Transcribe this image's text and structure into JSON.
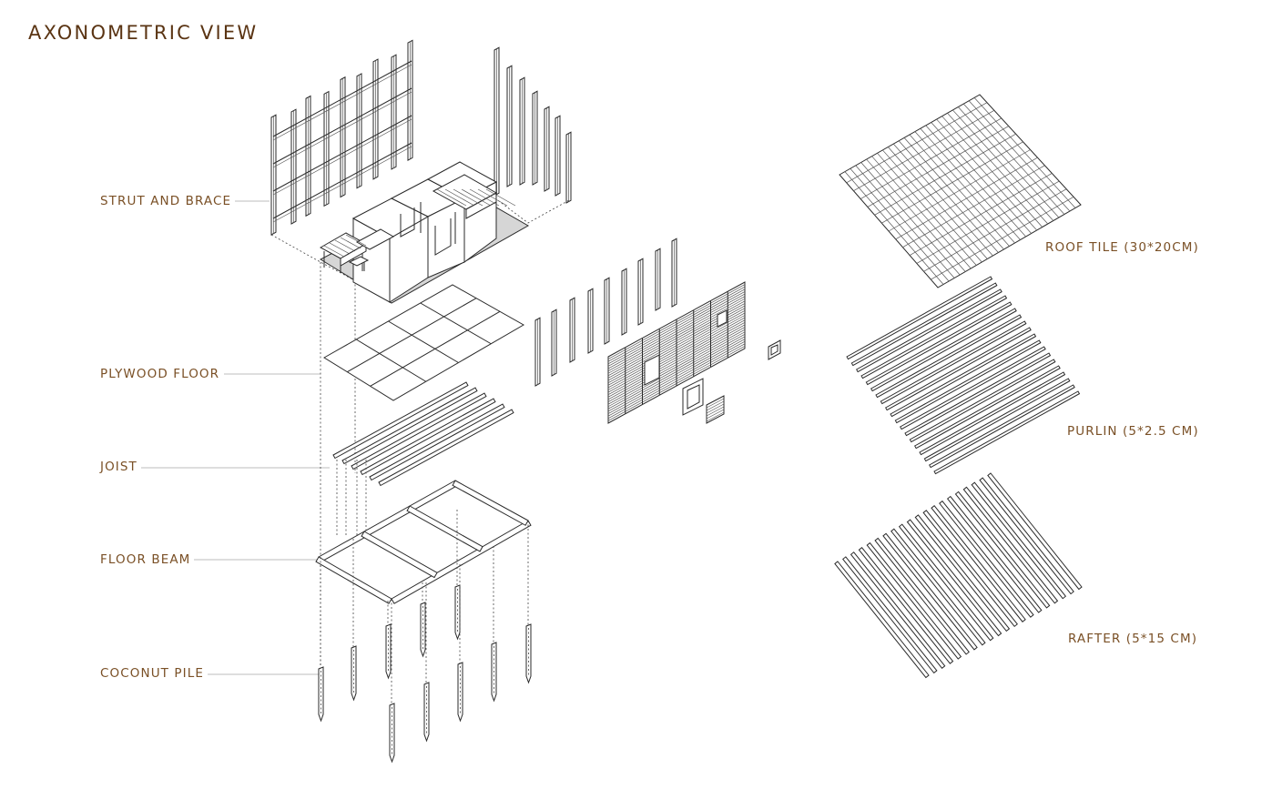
{
  "page": {
    "title": "AXONOMETRIC VIEW"
  },
  "labels": {
    "strut_and_brace": "STRUT AND BRACE",
    "plywood_floor": "PLYWOOD FLOOR",
    "joist": "JOIST",
    "floor_beam": "FLOOR BEAM",
    "coconut_pile": "COCONUT PILE",
    "roof_tile": "ROOF TILE (30*20CM)",
    "purlin": "PURLIN (5*2.5 CM)",
    "rafter": "RAFTER (5*15 CM)"
  },
  "colors": {
    "title": "#5a3413",
    "label": "#7a5026",
    "line": "#2a2a2a",
    "floor_fill": "#d9d9d9",
    "leader": "#bdbdbd"
  }
}
